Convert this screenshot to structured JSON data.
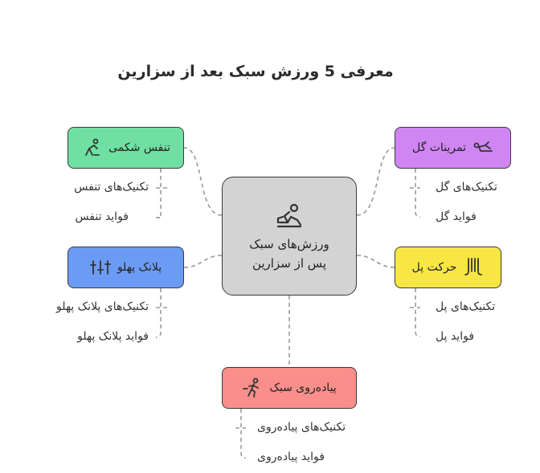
{
  "title": "معرفی 5 ورزش سبک بعد از سزارین",
  "center": {
    "line1": "ورزش‌های سبک",
    "line2": "پس از سزارین",
    "icon": "massage-person-icon"
  },
  "nodes": {
    "breath": {
      "label": "تنفس شکمی",
      "icon": "exercise-person-icon",
      "items": [
        "تکنیک‌های تنفس",
        "فواید تنفس"
      ]
    },
    "plank": {
      "label": "پلانک پهلو",
      "icon": "sliders-icon",
      "items": [
        "تکنیک‌های پلانک پهلو",
        "فواید پلانک پهلو"
      ]
    },
    "kegel": {
      "label": "تمرینات گل",
      "icon": "reclining-person-icon",
      "items": [
        "تکنیک‌های گل",
        "فواید گل"
      ]
    },
    "bridge": {
      "label": "حرکت پل",
      "icon": "legs-icon",
      "items": [
        "تکنیک‌های پل",
        "فواید پل"
      ]
    },
    "walk": {
      "label": "پیاده‌روی سبک",
      "icon": "walking-person-icon",
      "items": [
        "تکنیک‌های پیاده‌روی",
        "فواید پیاده‌روی"
      ]
    }
  }
}
